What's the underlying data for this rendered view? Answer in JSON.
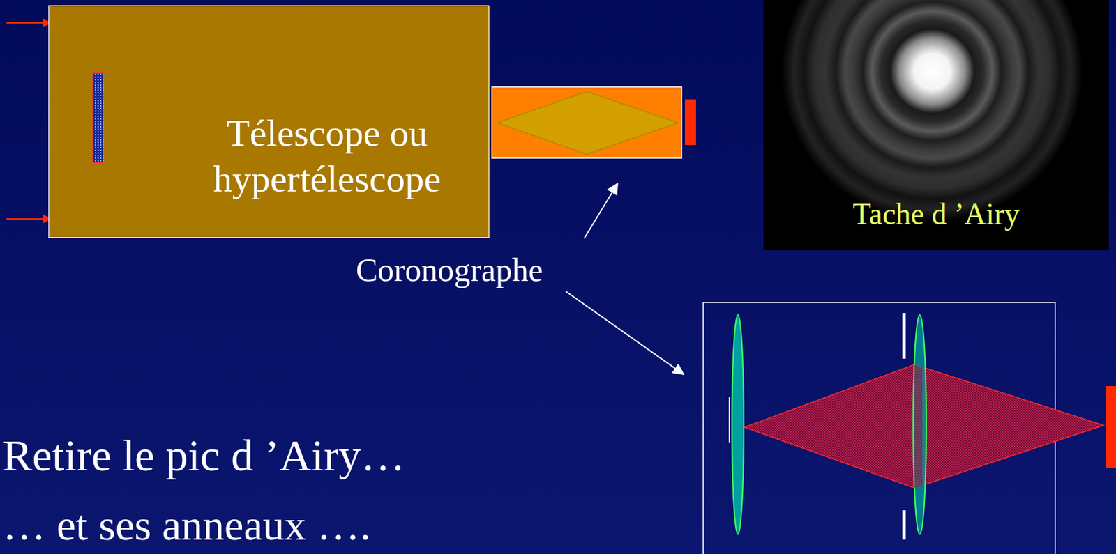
{
  "diagram": {
    "nodes": [
      {
        "text": [
          "Télescope ou hypertélescope"
        ]
      },
      {
        "text": [
          "Tache d ’Airy"
        ]
      }
    ],
    "labels": [
      "Coronographe",
      "Retire le pic d ’Airy…",
      "… et ses anneaux …."
    ]
  }
}
